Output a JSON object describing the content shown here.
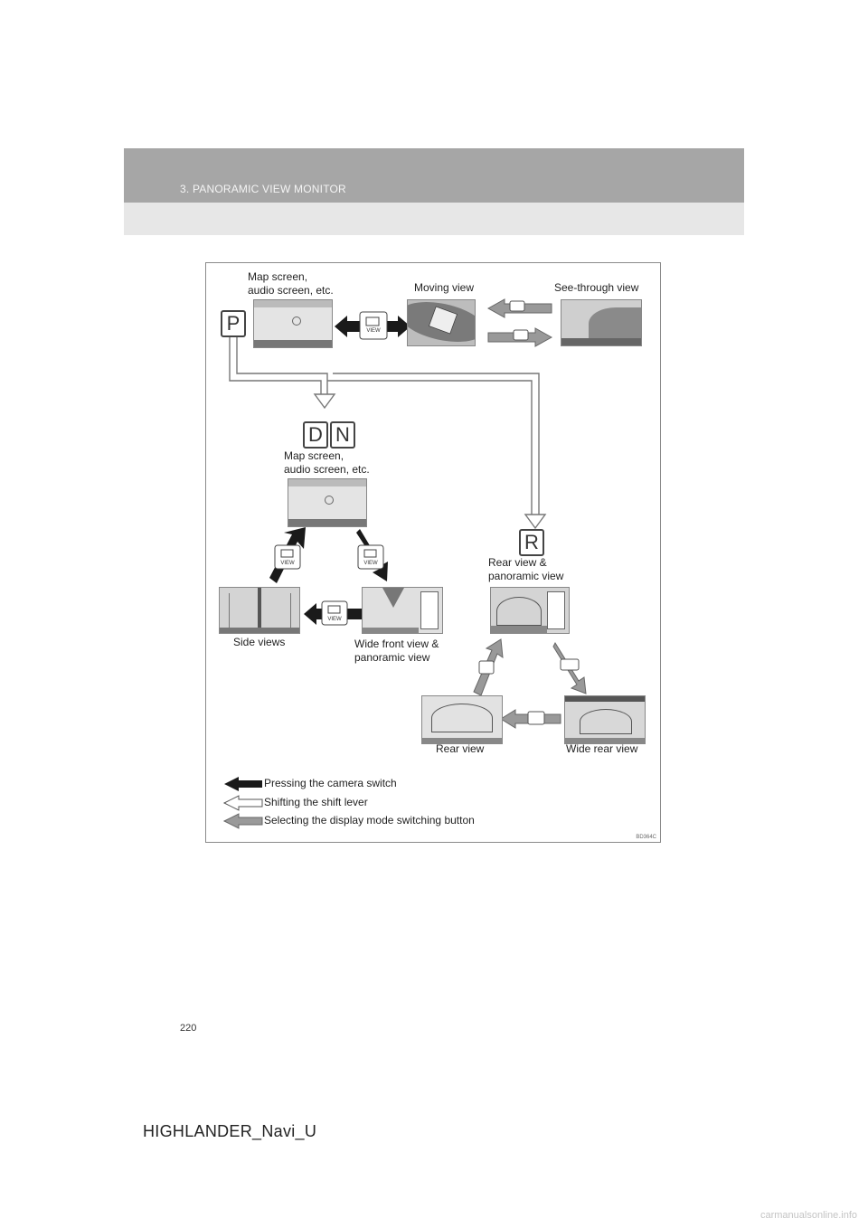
{
  "header": {
    "section_title": "3. PANORAMIC VIEW MONITOR"
  },
  "figure": {
    "labels": {
      "map_p": [
        "Map screen,",
        "audio screen, etc."
      ],
      "moving_view": "Moving view",
      "see_through_view": "See-through view",
      "map_dn": [
        "Map screen,",
        "audio screen, etc."
      ],
      "rear_panoramic": [
        "Rear view &",
        "panoramic view"
      ],
      "side_views": "Side views",
      "wide_front": [
        "Wide front view &",
        "panoramic view"
      ],
      "rear_view": "Rear view",
      "wide_rear_view": "Wide rear view"
    },
    "gears": {
      "park": "P",
      "drive": "D",
      "neutral": "N",
      "reverse": "R"
    },
    "view_button_text": "VIEW",
    "legend": [
      {
        "text": "Pressing the camera switch",
        "style": "black"
      },
      {
        "text": "Shifting the shift lever",
        "style": "white"
      },
      {
        "text": "Selecting the display mode switching button",
        "style": "gray"
      }
    ],
    "figure_code": "BD364C"
  },
  "page_number": "220",
  "footer": "HIGHLANDER_Navi_U",
  "watermark": "carmanualsonline.info"
}
